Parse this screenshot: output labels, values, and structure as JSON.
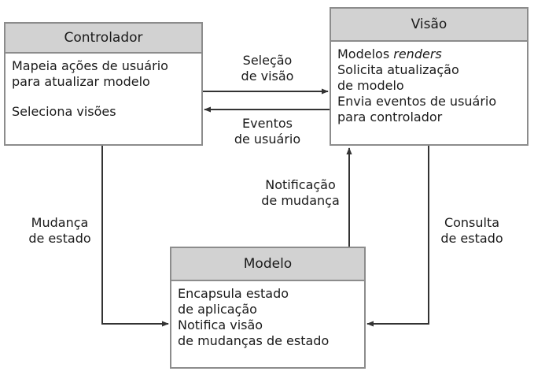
{
  "boxes": {
    "controlador": {
      "title": "Controlador",
      "lines": [
        "Mapeia ações de usuário",
        "para atualizar modelo",
        "Seleciona visões"
      ]
    },
    "visao": {
      "title": "Visão",
      "line1_prefix": "Modelos ",
      "line1_emph": "renders",
      "lines": [
        "Solicita atualização",
        "de modelo",
        "Envia eventos de usuário",
        "para controlador"
      ]
    },
    "modelo": {
      "title": "Modelo",
      "lines": [
        "Encapsula estado",
        "de aplicação",
        "Notifica visão",
        "de mudanças de estado"
      ]
    }
  },
  "arrows": {
    "selecao": [
      "Seleção",
      "de visão"
    ],
    "eventos": [
      "Eventos",
      "de usuário"
    ],
    "notificacao": [
      "Notificação",
      "de mudança"
    ],
    "mudanca": [
      "Mudança",
      "de estado"
    ],
    "consulta": [
      "Consulta",
      "de estado"
    ]
  },
  "colors": {
    "box_border": "#8c8c8c",
    "header_fill": "#d2d2d2",
    "arrow": "#333333"
  }
}
